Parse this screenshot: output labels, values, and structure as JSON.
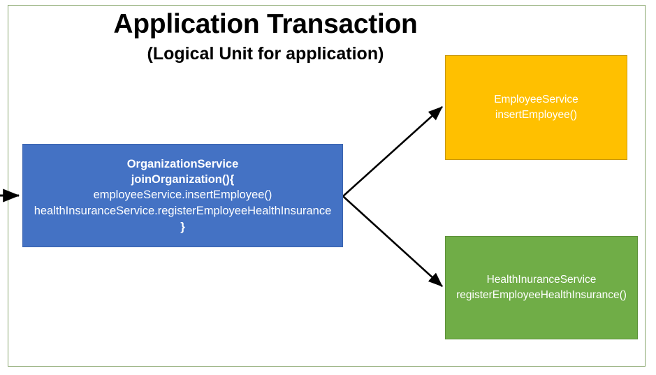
{
  "slide": {
    "title": "Application Transaction",
    "subtitle": "(Logical Unit for application)",
    "frame_color": "#87a56b",
    "background": "#ffffff"
  },
  "nodes": {
    "organization": {
      "color": "#4472C4",
      "text_color": "#ffffff",
      "lines": [
        "OrganizationService",
        "joinOrganization(){",
        "employeeService.insertEmployee()",
        "healthInsuranceService.registerEmployeeHealthInsurance",
        "}"
      ]
    },
    "employee": {
      "color": "#FFC000",
      "text_color": "#ffffff",
      "lines": [
        "EmployeeService",
        "insertEmployee()"
      ]
    },
    "health_insurance": {
      "color": "#70AD47",
      "text_color": "#ffffff",
      "lines": [
        "HealthInuranceService",
        "registerEmployeeHealthInsurance()"
      ]
    }
  },
  "connectors": {
    "color": "#000000",
    "items": [
      {
        "name": "inbound-arrow",
        "from": "left-edge",
        "to": "organization"
      },
      {
        "name": "organization-to-employee",
        "from": "organization",
        "to": "employee"
      },
      {
        "name": "organization-to-health-insurance",
        "from": "organization",
        "to": "health_insurance"
      }
    ]
  }
}
